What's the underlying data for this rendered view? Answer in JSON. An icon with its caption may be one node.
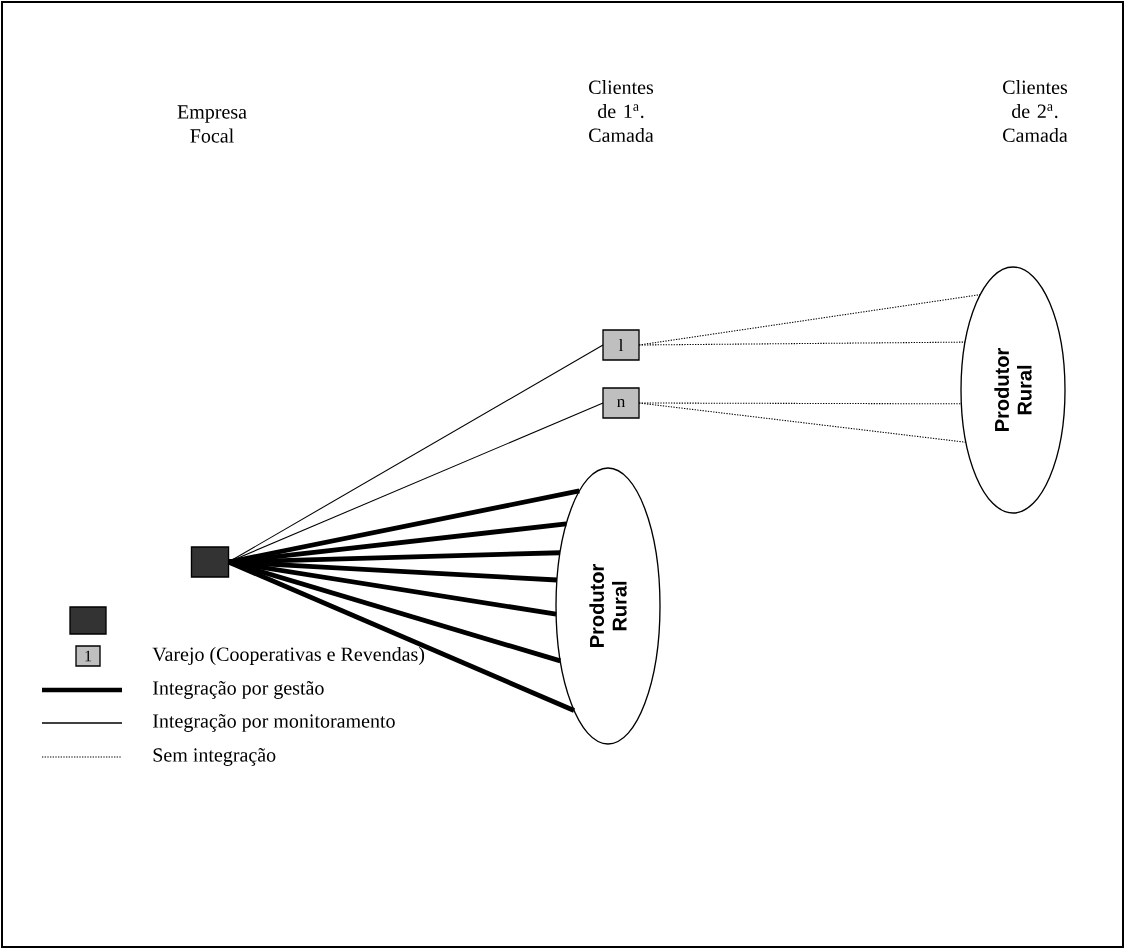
{
  "diagram": {
    "nodes": [
      {
        "text": [],
        "shape": "box"
      },
      {
        "text": [
          "l"
        ]
      },
      {
        "text": [
          "n"
        ]
      },
      {
        "text": [
          "Produtor Rural"
        ]
      },
      {
        "text": [
          "Produtor Rural"
        ]
      }
    ],
    "edges": [
      {
        "from": 0,
        "to": 1,
        "arrow": "none"
      },
      {
        "from": 0,
        "to": 2,
        "arrow": "none"
      },
      {
        "from": 0,
        "to": 3,
        "arrow": "none"
      },
      {
        "from": 0,
        "to": 3,
        "arrow": "none"
      },
      {
        "from": 0,
        "to": 3,
        "arrow": "none"
      },
      {
        "from": 0,
        "to": 3,
        "arrow": "none"
      },
      {
        "from": 0,
        "to": 3,
        "arrow": "none"
      },
      {
        "from": 0,
        "to": 3,
        "arrow": "none"
      },
      {
        "from": 0,
        "to": 3,
        "arrow": "none"
      },
      {
        "from": 1,
        "to": 4,
        "arrow": "none",
        "style": "dashed"
      },
      {
        "from": 1,
        "to": 4,
        "arrow": "none",
        "style": "dashed"
      },
      {
        "from": 2,
        "to": 4,
        "arrow": "none",
        "style": "dashed"
      },
      {
        "from": 2,
        "to": 4,
        "arrow": "none",
        "style": "dashed"
      }
    ],
    "labels": [
      "Empresa Focal",
      "Clientes de 1$^{a}$. Camada",
      "Clientes de 2$^{a}$. Camada",
      "1"
    ],
    "legend": [
      {
        "text": "Varejo (Cooperativas e Revendas)"
      },
      {
        "text": "Integração por gestão"
      },
      {
        "text": "Integração por monitoramento"
      },
      {
        "text": "Sem integração"
      }
    ]
  }
}
